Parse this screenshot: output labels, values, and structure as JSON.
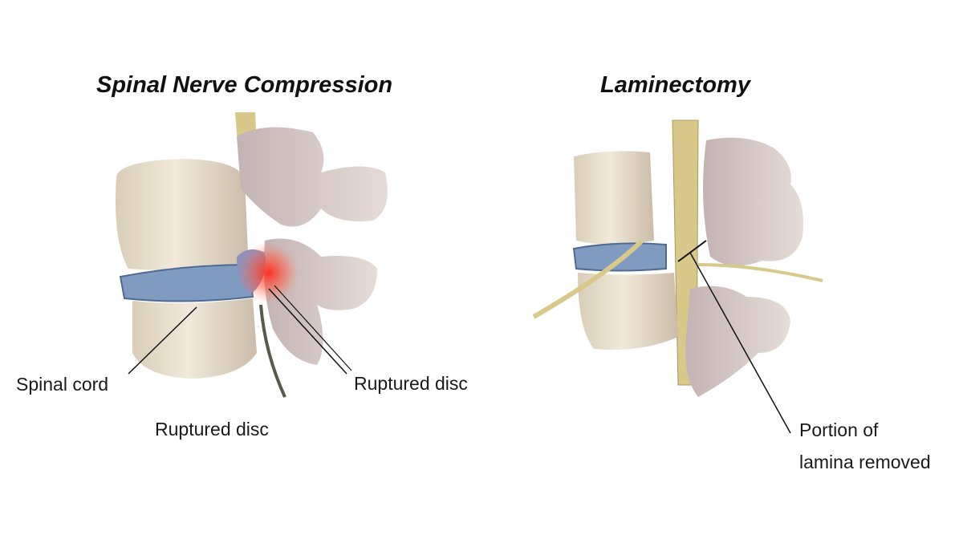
{
  "left_panel": {
    "title": "Spinal Nerve Compression",
    "labels": {
      "spinal_cord": "Spinal cord",
      "ruptured_disc_right": "Ruptured disc",
      "ruptured_disc_bottom": "Ruptured disc"
    }
  },
  "right_panel": {
    "title": "Laminectomy",
    "labels": {
      "lamina_line1": "Portion of",
      "lamina_line2": "lamina removed"
    }
  },
  "colors": {
    "bone": "#e6dccb",
    "bone_shadow": "#b9a8a6",
    "disc": "#7f9bc0",
    "nerve": "#d8c98a",
    "inflammation": "#ff3b2f"
  }
}
